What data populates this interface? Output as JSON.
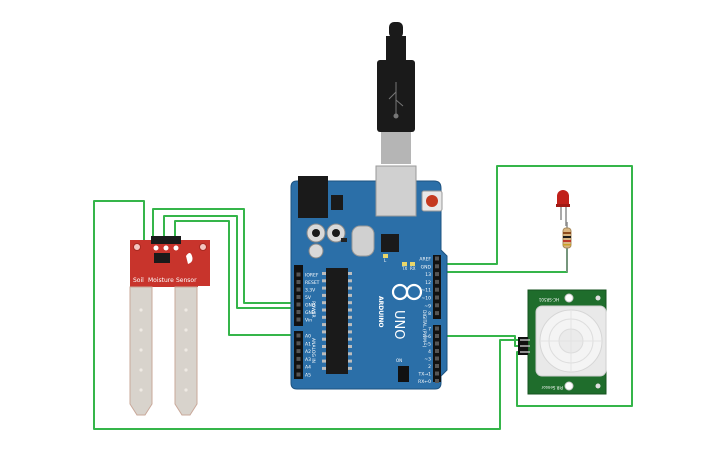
{
  "soil_sensor": {
    "label_left": "Soil",
    "label_mid": "Moisture",
    "label_right": "Sensor"
  },
  "arduino": {
    "brand": "ARDUINO",
    "model": "UNO",
    "section_power": "POWER",
    "section_analog": "ANALOG IN",
    "section_digital": "DIGITAL (PWM~)",
    "power_pins": [
      "IOREF",
      "RESET",
      "3.3V",
      "5V",
      "GND",
      "GND",
      "Vin"
    ],
    "analog_pins": [
      "A0",
      "A1",
      "A2",
      "A3",
      "A4",
      "A5"
    ],
    "top_header_labels": [
      "AREF",
      "GND",
      "13",
      "12",
      "~11",
      "~10",
      "~9",
      "8"
    ],
    "bottom_header_labels": [
      "7",
      "~6",
      "~5",
      "4",
      "~3",
      "2",
      "TX→1",
      "RX←0"
    ],
    "led_labels": [
      "L",
      "TX",
      "RX"
    ],
    "on_label": "ON"
  },
  "pir_sensor": {
    "label_top": "HC-SR501",
    "label_bottom": "PIR Sensor"
  },
  "colors": {
    "wire": "#35b54a",
    "board": "#2b6fa8",
    "sensor": "#c8342c",
    "pir_board": "#1f6d2c",
    "led": "#c0201a"
  }
}
